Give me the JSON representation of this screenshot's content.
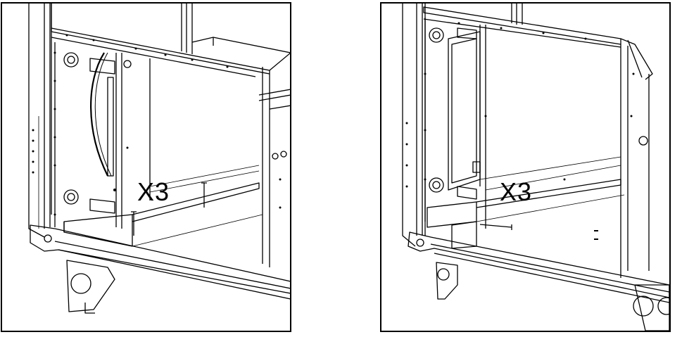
{
  "panels": [
    {
      "id": "left",
      "label": "X3"
    },
    {
      "id": "right",
      "label": "X3"
    }
  ]
}
